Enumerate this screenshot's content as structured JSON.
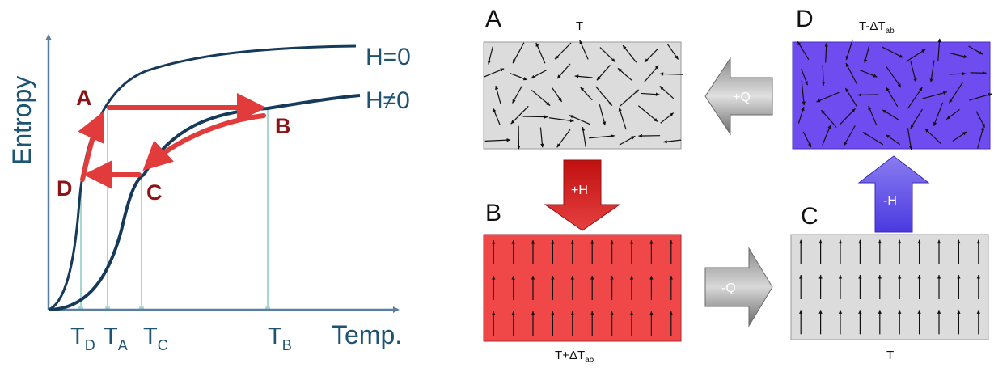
{
  "graph": {
    "ylabel": "Entropy",
    "xlabel": "Temp.",
    "curves": {
      "h_zero": "H=0",
      "h_nonzero": "H≠0"
    },
    "points": {
      "A": "A",
      "B": "B",
      "C": "C",
      "D": "D"
    },
    "ticks": [
      {
        "main": "T",
        "sub": "D"
      },
      {
        "main": "T",
        "sub": "A"
      },
      {
        "main": "T",
        "sub": "C"
      },
      {
        "main": "T",
        "sub": "B"
      }
    ],
    "colors": {
      "axis": "#5a7fa0",
      "curve": "#163a5a",
      "cycle": "#e23b3b",
      "guide": "#a8d6d0",
      "label": "#8b1414",
      "text": "#1d5373"
    }
  },
  "cycle": {
    "A": {
      "letter": "A",
      "temp": "T",
      "fill": "#dcdcdc",
      "spins": "random"
    },
    "B": {
      "letter": "B",
      "temp_main": "T+ΔT",
      "temp_sub": "ab",
      "fill": "#f04848",
      "spins": "aligned"
    },
    "C": {
      "letter": "C",
      "temp": "T",
      "fill": "#dcdcdc",
      "spins": "aligned"
    },
    "D": {
      "letter": "D",
      "temp_main": "T-ΔT",
      "temp_sub": "ab",
      "fill": "#6f4cf0",
      "spins": "random"
    },
    "arrows": {
      "plus_h": {
        "label": "+H",
        "color": "#c81818"
      },
      "minus_q": {
        "label": "-Q",
        "color": "#7a7a7a"
      },
      "minus_h": {
        "label": "-H",
        "color": "#5a44e0"
      },
      "plus_q": {
        "label": "+Q",
        "color": "#7a7a7a"
      }
    }
  }
}
